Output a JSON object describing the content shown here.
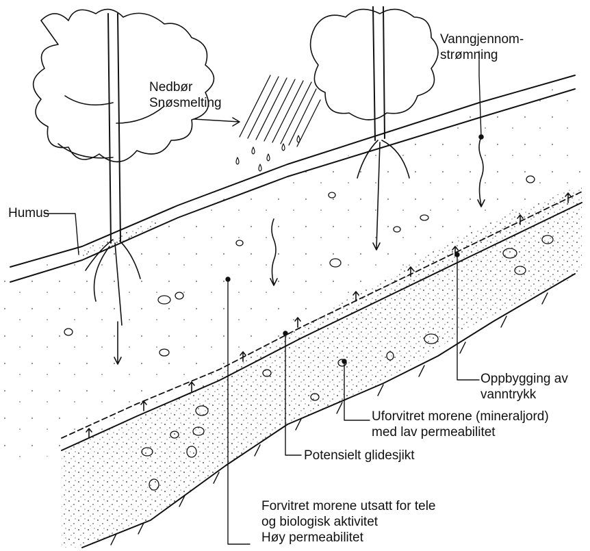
{
  "labels": {
    "precipitation_line1": "Nedbør",
    "precipitation_line2": "Snøsmelting",
    "water_flow_line1": "Vanngjennom-",
    "water_flow_line2": "strømning",
    "humus": "Humus",
    "water_pressure_line1": "Oppbygging av",
    "water_pressure_line2": "vanntrykk",
    "unweathered_line1": "Uforvitret morene (mineraljord)",
    "unweathered_line2": "med lav permeabilitet",
    "slip_layer": "Potensielt glidesjikt",
    "weathered_line1": "Forvitret morene utsatt for tele",
    "weathered_line2": "og biologisk aktivitet",
    "weathered_line3": "Høy permeabilitet"
  },
  "colors": {
    "ink": "#111111",
    "background": "#ffffff"
  }
}
